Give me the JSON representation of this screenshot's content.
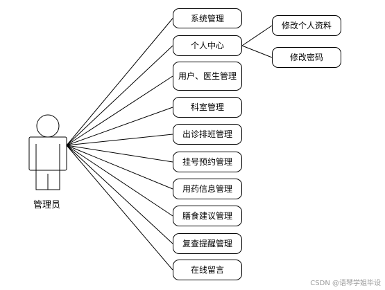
{
  "actor": {
    "label": "管理员"
  },
  "functions": [
    {
      "id": "f1",
      "label": "系统管理"
    },
    {
      "id": "f2",
      "label": "个人中心"
    },
    {
      "id": "f3",
      "label": "用户、医生管理"
    },
    {
      "id": "f4",
      "label": "科室管理"
    },
    {
      "id": "f5",
      "label": "出诊排班管理"
    },
    {
      "id": "f6",
      "label": "挂号预约管理"
    },
    {
      "id": "f7",
      "label": "用药信息管理"
    },
    {
      "id": "f8",
      "label": "膳食建议管理"
    },
    {
      "id": "f9",
      "label": "复查提醒管理"
    },
    {
      "id": "f10",
      "label": "在线留言"
    }
  ],
  "sub_functions": [
    {
      "id": "s1",
      "parent": "f2",
      "label": "修改个人资料"
    },
    {
      "id": "s2",
      "parent": "f2",
      "label": "修改密码"
    }
  ],
  "watermark": "CSDN @语琴学姐毕设"
}
